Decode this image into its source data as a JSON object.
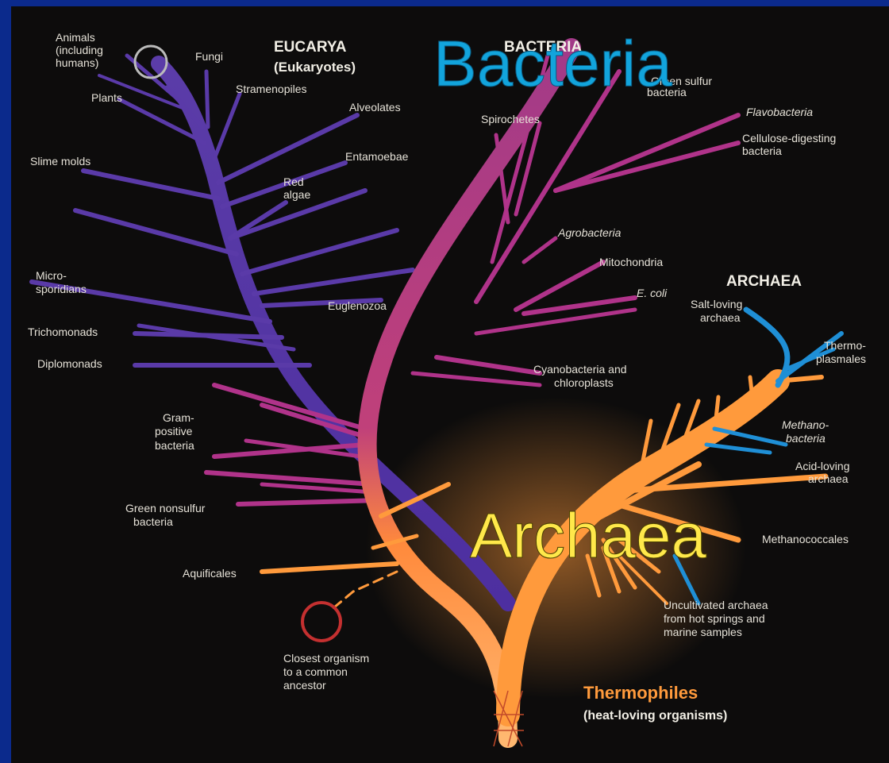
{
  "overlay": {
    "bacteria_title": "Bacteria",
    "archaea_title": "Archaea"
  },
  "headers": {
    "eucarya_line1": "EUCARYA",
    "eucarya_line2": "(Eukaryotes)",
    "bacteria_header": "BACTERIA",
    "archaea_header": "ARCHAEA",
    "thermophiles_line1": "Thermophiles",
    "thermophiles_line2": "(heat-loving organisms)"
  },
  "eucarya_labels": {
    "animals": [
      "Animals",
      "(including",
      "humans)"
    ],
    "fungi": "Fungi",
    "plants": "Plants",
    "stramenopiles": "Stramenopiles",
    "alveolates": "Alveolates",
    "entamoebae": "Entamoebae",
    "slime_molds": "Slime molds",
    "red_algae": [
      "Red",
      "algae"
    ],
    "microsporidians": [
      "Micro-",
      "sporidians"
    ],
    "euglenozoa": "Euglenozoa",
    "trichomonads": "Trichomonads",
    "diplomonads": "Diplomonads"
  },
  "bacteria_labels": {
    "green_sulfur": [
      "Green sulfur",
      "bacteria"
    ],
    "spirochetes": "Spirochetes",
    "flavobacteria": "Flavobacteria",
    "cellulose": [
      "Cellulose-digesting",
      "bacteria"
    ],
    "agrobacteria": "Agrobacteria",
    "mitochondria": "Mitochondria",
    "ecoli": "E. coli",
    "cyanobacteria": [
      "Cyanobacteria and",
      "chloroplasts"
    ],
    "gram_positive": [
      "Gram-",
      "positive",
      "bacteria"
    ],
    "green_nonsulfur": [
      "Green nonsulfur",
      "bacteria"
    ],
    "aquificales": "Aquificales",
    "closest": [
      "Closest organism",
      "to a common",
      "ancestor"
    ]
  },
  "archaea_labels": {
    "salt_loving": [
      "Salt-loving",
      "archaea"
    ],
    "thermoplasmales": [
      "Thermo-",
      "plasmales"
    ],
    "methanobacteria": [
      "Methano-",
      "bacteria"
    ],
    "acid_loving": [
      "Acid-loving",
      "archaea"
    ],
    "methanococcales": "Methanococcales",
    "uncultivated": [
      "Uncultivated archaea",
      "from hot springs and",
      "marine samples"
    ]
  },
  "colors": {
    "frame": "#0b2a8c",
    "background": "#0d0c0c",
    "eucarya_branch": "#5a3aa8",
    "bacteria_branch": "#b0338a",
    "archaea_branch": "#1f8fd6",
    "thermophile_branch": "#ff9a3c",
    "ancestor_circle": "#c43030",
    "animals_circle": "#bbbbbb",
    "bacteria_title": "#12a4dc",
    "archaea_title": "#ffe84a"
  }
}
